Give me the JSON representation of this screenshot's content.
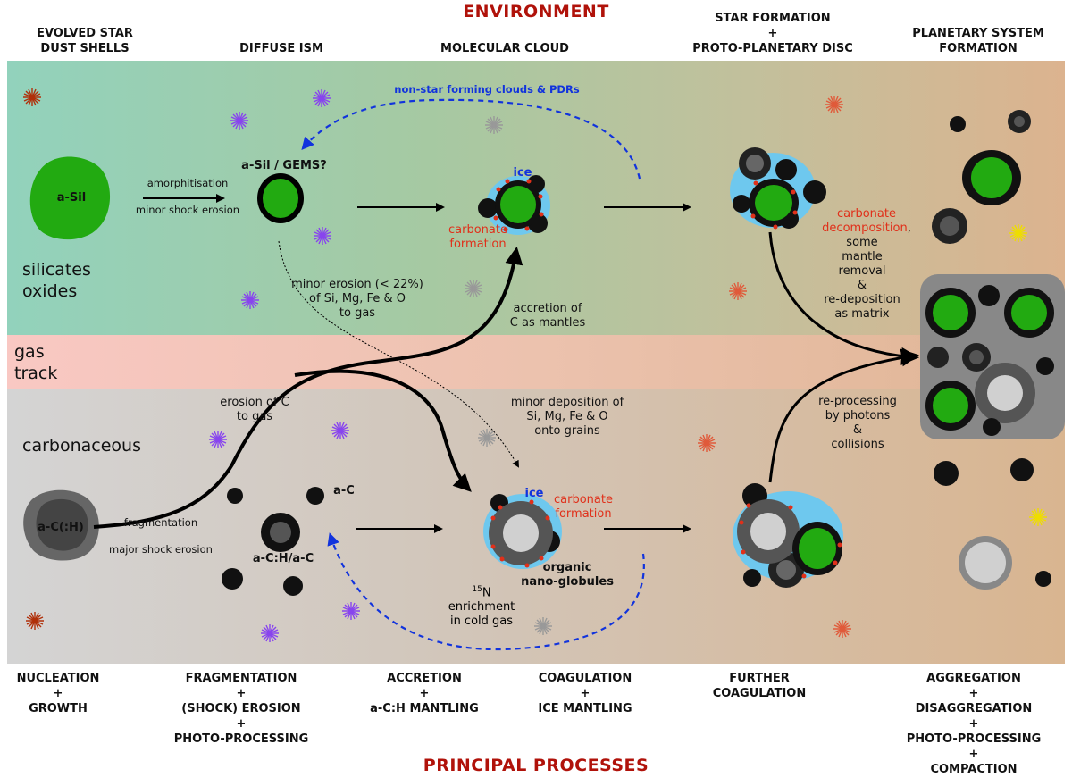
{
  "titles": {
    "environment": "ENVIRONMENT",
    "processes": "PRINCIPAL PROCESSES"
  },
  "environments": [
    {
      "id": "evolved",
      "text": "EVOLVED STAR\nDUST SHELLS"
    },
    {
      "id": "diffuse",
      "text": "DIFFUSE ISM"
    },
    {
      "id": "molecular",
      "text": "MOLECULAR CLOUD"
    },
    {
      "id": "starform",
      "text": "STAR FORMATION\n+\nPROTO-PLANETARY DISC"
    },
    {
      "id": "planetary",
      "text": "PLANETARY SYSTEM\nFORMATION"
    }
  ],
  "processes": [
    {
      "id": "nucleation",
      "text": "NUCLEATION\n+\nGROWTH"
    },
    {
      "id": "fragmentation",
      "text": "FRAGMENTATION\n+\n(SHOCK) EROSION\n+\nPHOTO-PROCESSING"
    },
    {
      "id": "accretion",
      "text": "ACCRETION\n+\na-C:H MANTLING"
    },
    {
      "id": "coagulation",
      "text": "COAGULATION\n+\nICE MANTLING"
    },
    {
      "id": "further",
      "text": "FURTHER\nCOAGULATION"
    },
    {
      "id": "aggregation",
      "text": "AGGREGATION\n+\nDISAGGREGATION\n+\nPHOTO-PROCESSING\n+\nCOMPACTION"
    }
  ],
  "tracks": {
    "silicates": "silicates\noxides",
    "gas": "gas\ntrack",
    "carbonaceous": "carbonaceous"
  },
  "grains": {
    "asil": "a-Sil",
    "asil_gems": "a-Sil / GEMS?",
    "ach": "a-C(:H)",
    "ac": "a-C",
    "ach_ac": "a-C:H/a-C",
    "ice_top": "ice",
    "ice_bottom": "ice",
    "organic": "organic\nnano-globules"
  },
  "annotations": {
    "amorphisation": "amorphitisation",
    "minor_shock": "minor shock erosion",
    "fragmentation": "fragmentation",
    "major_shock": "major shock erosion",
    "non_star": "non-star forming clouds & PDRs",
    "carbonate_top": "carbonate\nformation",
    "carbonate_bottom": "carbonate\nformation",
    "minor_erosion": "minor erosion (< 22%)\nof Si, Mg, Fe & O\nto gas",
    "accretion_c": "accretion of\nC as mantles",
    "erosion_c": "erosion of C\nto gas",
    "minor_deposition": "minor deposition of\nSi, Mg, Fe & O\nonto grains",
    "n15_sup": "15",
    "n15_rest": "N\nenrichment\nin cold gas",
    "carbonate_decomp_1": "carbonate",
    "carbonate_decomp_2": "decomposition",
    "carbonate_decomp_comma": ",",
    "mantle_removal": "some\nmantle\nremoval\n&\nre-deposition\nas matrix",
    "reprocessing": "re-processing\nby photons\n&\ncollisions"
  },
  "colors": {
    "silicate_band": "#96d0ba",
    "gas_band": "#f7c6c0",
    "carbon_band": "#d4d4d4",
    "warm_right": "#d8b48e",
    "silicate_grain": "#22aa11",
    "carbon_grain": "#555555",
    "ice": "#6ec8ee",
    "carbonate_text": "#e0301a",
    "title": "#b0120a",
    "dashed_arrow": "#1133dd"
  }
}
